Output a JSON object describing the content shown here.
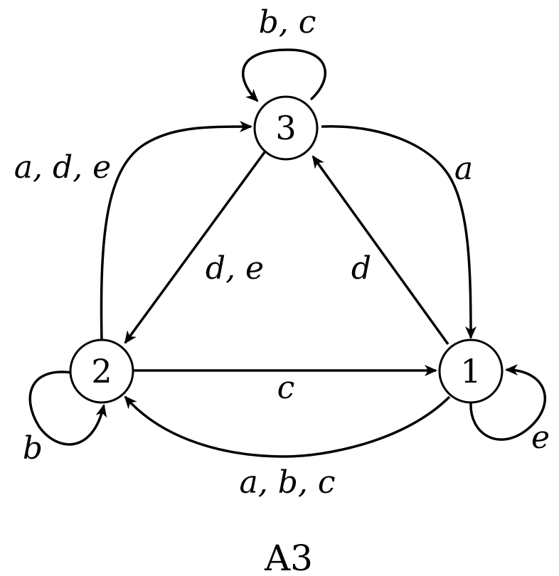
{
  "caption": "A3",
  "states": {
    "s3": "3",
    "s2": "2",
    "s1": "1"
  },
  "transitions": [
    {
      "id": "loop-3",
      "from": "3",
      "to": "3",
      "label": "b, c"
    },
    {
      "id": "2-to-3",
      "from": "2",
      "to": "3",
      "label": "a, d, e"
    },
    {
      "id": "3-to-1",
      "from": "3",
      "to": "1",
      "label": "a"
    },
    {
      "id": "3-to-2",
      "from": "3",
      "to": "2",
      "label": "d, e"
    },
    {
      "id": "1-to-3",
      "from": "1",
      "to": "3",
      "label": "d"
    },
    {
      "id": "2-to-1",
      "from": "2",
      "to": "1",
      "label": "c"
    },
    {
      "id": "1-to-2",
      "from": "1",
      "to": "2",
      "label": "a, b, c"
    },
    {
      "id": "loop-2",
      "from": "2",
      "to": "2",
      "label": "b"
    },
    {
      "id": "loop-1",
      "from": "1",
      "to": "1",
      "label": "e"
    }
  ]
}
